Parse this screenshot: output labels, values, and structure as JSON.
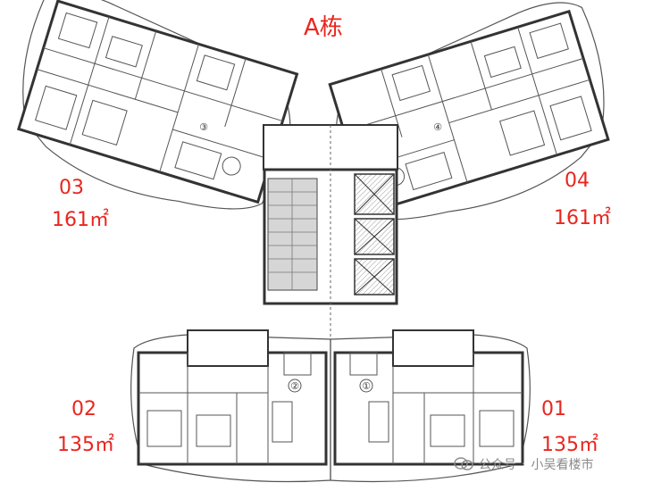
{
  "title": "A栋",
  "units": [
    {
      "number": "03",
      "area": "161㎡"
    },
    {
      "number": "04",
      "area": "161㎡"
    },
    {
      "number": "02",
      "area": "135㎡"
    },
    {
      "number": "01",
      "area": "135㎡"
    }
  ],
  "unit_markers": [
    "③",
    "④",
    "②",
    "①"
  ],
  "watermark": {
    "prefix": "公众号",
    "separator": "·",
    "name": "小吴看楼市",
    "icon": "wechat-icon"
  },
  "colors": {
    "labels": "#e8261f",
    "walls": "#3a3a3a",
    "watermark": "#8a8a8a"
  }
}
